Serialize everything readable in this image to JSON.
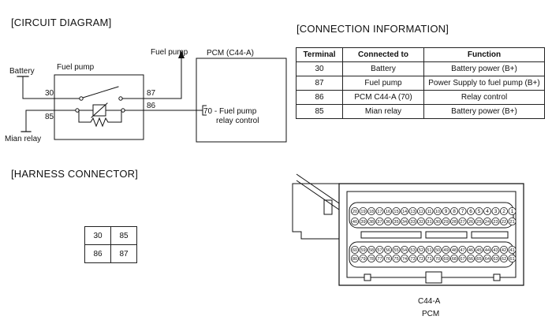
{
  "sections": {
    "circuit_title": "[CIRCUIT DIAGRAM]",
    "connection_title": "[CONNECTION INFORMATION]",
    "harness_title": "[HARNESS CONNECTOR]"
  },
  "circuit": {
    "battery": "Battery",
    "mian_relay": "Mian relay",
    "fuel_pump_box": "Fuel pump",
    "fuel_pump_output": "Fuel pump",
    "pcm_box": "PCM (C44-A)",
    "pin30": "30",
    "pin85": "85",
    "pin87": "87",
    "pin86": "86",
    "pcm_pin70": "70 - Fuel pump",
    "pcm_pin70_line2": "relay control"
  },
  "connection_table": {
    "headers": [
      "Terminal",
      "Connected to",
      "Function"
    ],
    "rows": [
      [
        "30",
        "Battery",
        "Battery power (B+)"
      ],
      [
        "87",
        "Fuel pump",
        "Power Supply to fuel pump (B+)"
      ],
      [
        "86",
        "PCM C44-A (70)",
        "Relay control"
      ],
      [
        "85",
        "Mian relay",
        "Battery power (B+)"
      ]
    ]
  },
  "harness_grid": [
    [
      "30",
      "85"
    ],
    [
      "86",
      "87"
    ]
  ],
  "pcm_connector": {
    "name": "C44-A",
    "label": "PCM",
    "row1": [
      "20",
      "19",
      "18",
      "17",
      "16",
      "15",
      "14",
      "13",
      "12",
      "11",
      "10",
      "9",
      "8",
      "7",
      "6",
      "5",
      "4",
      "3",
      "2",
      "1"
    ],
    "row2": [
      "40",
      "39",
      "38",
      "37",
      "36",
      "35",
      "34",
      "33",
      "32",
      "31",
      "30",
      "29",
      "28",
      "27",
      "26",
      "25",
      "24",
      "23",
      "22",
      "21"
    ],
    "row3": [
      "60",
      "59",
      "58",
      "57",
      "56",
      "55",
      "54",
      "53",
      "52",
      "51",
      "50",
      "49",
      "48",
      "47",
      "46",
      "45",
      "44",
      "43",
      "42",
      "41"
    ],
    "row4": [
      "80",
      "79",
      "78",
      "77",
      "76",
      "75",
      "74",
      "73",
      "72",
      "71",
      "70",
      "69",
      "68",
      "67",
      "66",
      "65",
      "64",
      "63",
      "62",
      "61"
    ]
  }
}
